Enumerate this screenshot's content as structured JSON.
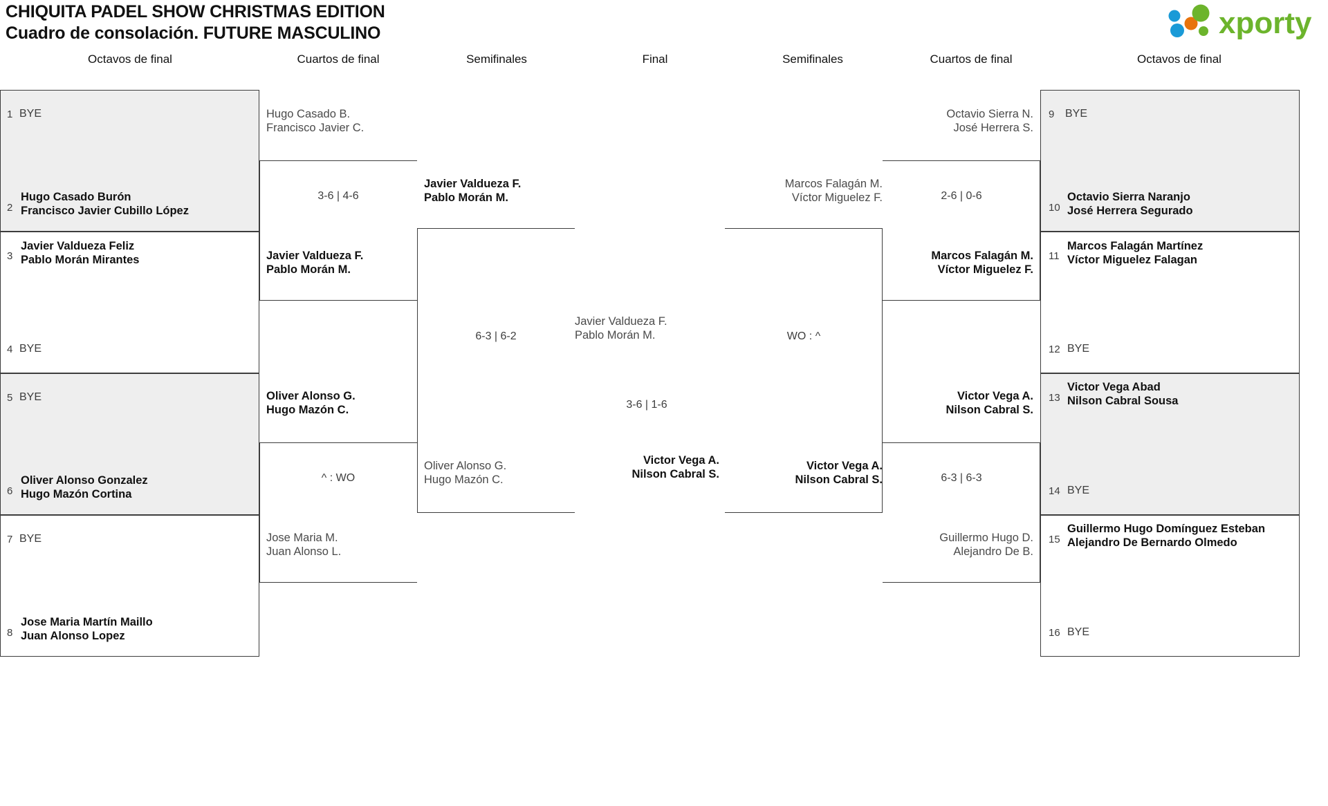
{
  "header": {
    "title_line1": "CHIQUITA PADEL SHOW CHRISTMAS EDITION",
    "title_line2": "Cuadro de consolación. FUTURE MASCULINO",
    "logo_text": "xporty",
    "logo_colors": {
      "green": "#6cb42c",
      "blue": "#1a9ad7",
      "orange": "#e8730c"
    }
  },
  "round_labels": {
    "left_r16": "Octavos de final",
    "left_qf": "Cuartos de final",
    "left_sf": "Semifinales",
    "final": "Final",
    "right_sf": "Semifinales",
    "right_qf": "Cuartos de final",
    "right_r16": "Octavos de final"
  },
  "left_r16": [
    {
      "seed": "1",
      "line1": "BYE",
      "line2": "",
      "bye": true
    },
    {
      "seed": "2",
      "line1": "Hugo Casado Burón",
      "line2": "Francisco Javier Cubillo López",
      "bye": false
    },
    {
      "seed": "3",
      "line1": "Javier Valdueza Feliz",
      "line2": "Pablo Morán Mirantes",
      "bye": false
    },
    {
      "seed": "4",
      "line1": "BYE",
      "line2": "",
      "bye": true
    },
    {
      "seed": "5",
      "line1": "BYE",
      "line2": "",
      "bye": true
    },
    {
      "seed": "6",
      "line1": "Oliver Alonso Gonzalez",
      "line2": "Hugo Mazón Cortina",
      "bye": false
    },
    {
      "seed": "7",
      "line1": "BYE",
      "line2": "",
      "bye": true
    },
    {
      "seed": "8",
      "line1": "Jose Maria Martín Maillo",
      "line2": "Juan Alonso Lopez",
      "bye": false
    }
  ],
  "right_r16": [
    {
      "seed": "9",
      "line1": "BYE",
      "line2": "",
      "bye": true
    },
    {
      "seed": "10",
      "line1": "Octavio Sierra Naranjo",
      "line2": "José Herrera Segurado",
      "bye": false
    },
    {
      "seed": "11",
      "line1": "Marcos Falagán Martínez",
      "line2": "Víctor Miguelez Falagan",
      "bye": false
    },
    {
      "seed": "12",
      "line1": "BYE",
      "line2": "",
      "bye": true
    },
    {
      "seed": "13",
      "line1": "Victor Vega Abad",
      "line2": "Nilson Cabral Sousa",
      "bye": false
    },
    {
      "seed": "14",
      "line1": "BYE",
      "line2": "",
      "bye": true
    },
    {
      "seed": "15",
      "line1": "Guillermo Hugo Domínguez Esteban",
      "line2": "Alejandro De Bernardo Olmedo",
      "bye": false
    },
    {
      "seed": "16",
      "line1": "BYE",
      "line2": "",
      "bye": true
    }
  ],
  "left_qf": [
    {
      "top_line1": "Hugo Casado B.",
      "top_line2": "Francisco Javier C.",
      "top_result": "lose",
      "score": "3-6 | 4-6",
      "bot_line1": "Javier Valdueza F.",
      "bot_line2": "Pablo Morán M.",
      "bot_result": "win"
    },
    {
      "top_line1": "Oliver Alonso G.",
      "top_line2": "Hugo Mazón C.",
      "top_result": "win",
      "score": "^ : WO",
      "bot_line1": "Jose Maria M.",
      "bot_line2": "Juan Alonso L.",
      "bot_result": "lose"
    }
  ],
  "left_sf": [
    {
      "top_line1": "Javier Valdueza F.",
      "top_line2": "Pablo Morán M.",
      "top_result": "win",
      "score": "6-3 | 6-2",
      "bot_line1": "Oliver Alonso G.",
      "bot_line2": "Hugo Mazón C.",
      "bot_result": "lose"
    }
  ],
  "final": {
    "top_line1": "Javier Valdueza F.",
    "top_line2": "Pablo Morán M.",
    "top_result": "lose",
    "score": "3-6 | 1-6",
    "bot_line1": "Victor Vega A.",
    "bot_line2": "Nilson Cabral S.",
    "bot_result": "win"
  },
  "right_sf": [
    {
      "top_line1": "Marcos Falagán M.",
      "top_line2": "Víctor Miguelez F.",
      "top_result": "lose",
      "score": "WO : ^",
      "bot_line1": "Victor Vega A.",
      "bot_line2": "Nilson Cabral S.",
      "bot_result": "win"
    }
  ],
  "right_qf": [
    {
      "top_line1": "Octavio Sierra N.",
      "top_line2": "José Herrera S.",
      "top_result": "lose",
      "score": "2-6 | 0-6",
      "bot_line1": "Marcos Falagán M.",
      "bot_line2": "Víctor Miguelez F.",
      "bot_result": "win"
    },
    {
      "top_line1": "Victor Vega A.",
      "top_line2": "Nilson Cabral S.",
      "top_result": "win",
      "score": "6-3 | 6-3",
      "bot_line1": "Guillermo Hugo D.",
      "bot_line2": "Alejandro De B.",
      "bot_result": "lose"
    }
  ]
}
